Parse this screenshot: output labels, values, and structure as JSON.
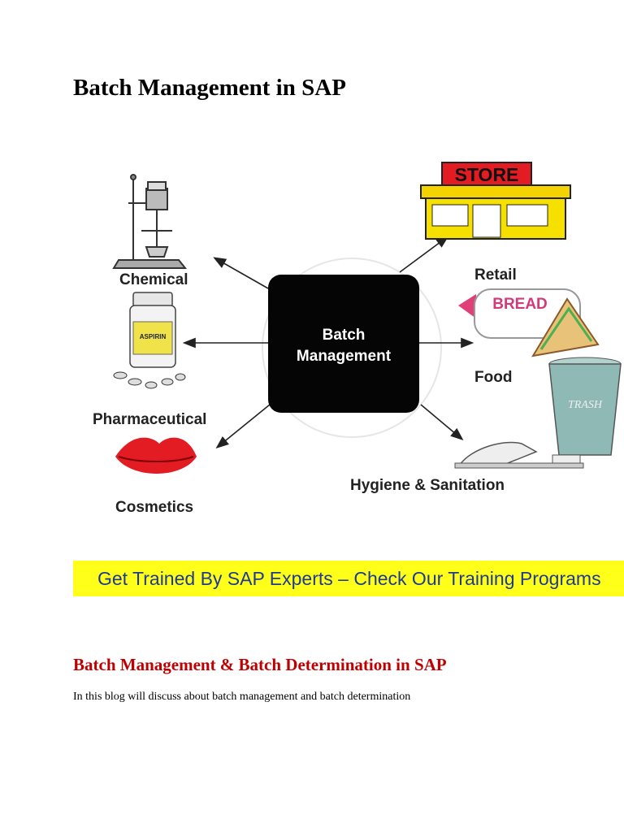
{
  "page": {
    "title": "Batch Management in SAP",
    "subtitle": "Batch Management & Batch Determination in SAP",
    "paragraph": "In this blog will discuss about batch management and batch determination"
  },
  "diagram": {
    "center": [
      "Batch",
      "Management"
    ],
    "labels": {
      "chemical": "Chemical",
      "pharmaceutical": "Pharmaceutical",
      "cosmetics": "Cosmetics",
      "retail": "Retail",
      "food": "Food",
      "hygiene": "Hygiene & Sanitation",
      "store_sign": "STORE",
      "aspirin": "ASPIRIN",
      "bread": "BREAD",
      "trash": "TRASH"
    }
  },
  "banner": {
    "text": "Get Trained By SAP Experts – Check Our Training Programs"
  },
  "colors": {
    "banner_bg": "#ffff1a",
    "banner_text": "#1f3a93",
    "subtitle": "#c00000"
  }
}
